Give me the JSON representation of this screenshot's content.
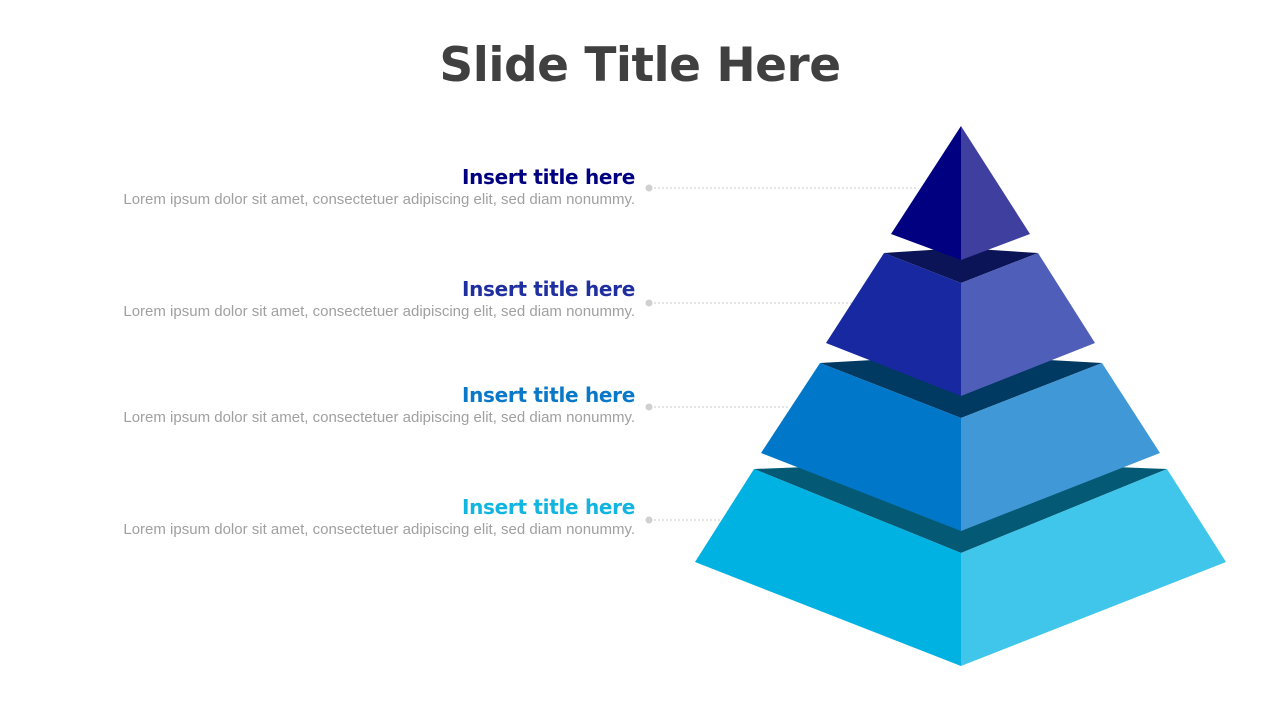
{
  "slide": {
    "title": "Slide Title Here"
  },
  "items": [
    {
      "title": "Insert title here",
      "description": "Lorem ipsum dolor sit amet, consectetuer adipiscing elit, sed diam nonummy.",
      "color": "#000080"
    },
    {
      "title": "Insert title here",
      "description": "Lorem ipsum dolor sit amet, consectetuer adipiscing elit, sed diam nonummy.",
      "color": "#1F2FA0"
    },
    {
      "title": "Insert title here",
      "description": "Lorem ipsum dolor sit amet, consectetuer adipiscing elit, sed diam nonummy.",
      "color": "#0A78C8"
    },
    {
      "title": "Insert title here",
      "description": "Lorem ipsum dolor sit amet, consectetuer adipiscing elit, sed diam nonummy.",
      "color": "#12B4E0"
    }
  ],
  "pyramid": {
    "levels": 4,
    "colors": {
      "tier1": {
        "left": "#000080",
        "right": "#3F3F9F"
      },
      "tier2": {
        "top": "#0B1457",
        "left": "#1728A0",
        "right": "#4F5EB8"
      },
      "tier3": {
        "top": "#003A63",
        "left": "#0077C8",
        "right": "#4198D6"
      },
      "tier4": {
        "top": "#045A75",
        "left": "#00B2E2",
        "right": "#40C6EA"
      }
    }
  }
}
